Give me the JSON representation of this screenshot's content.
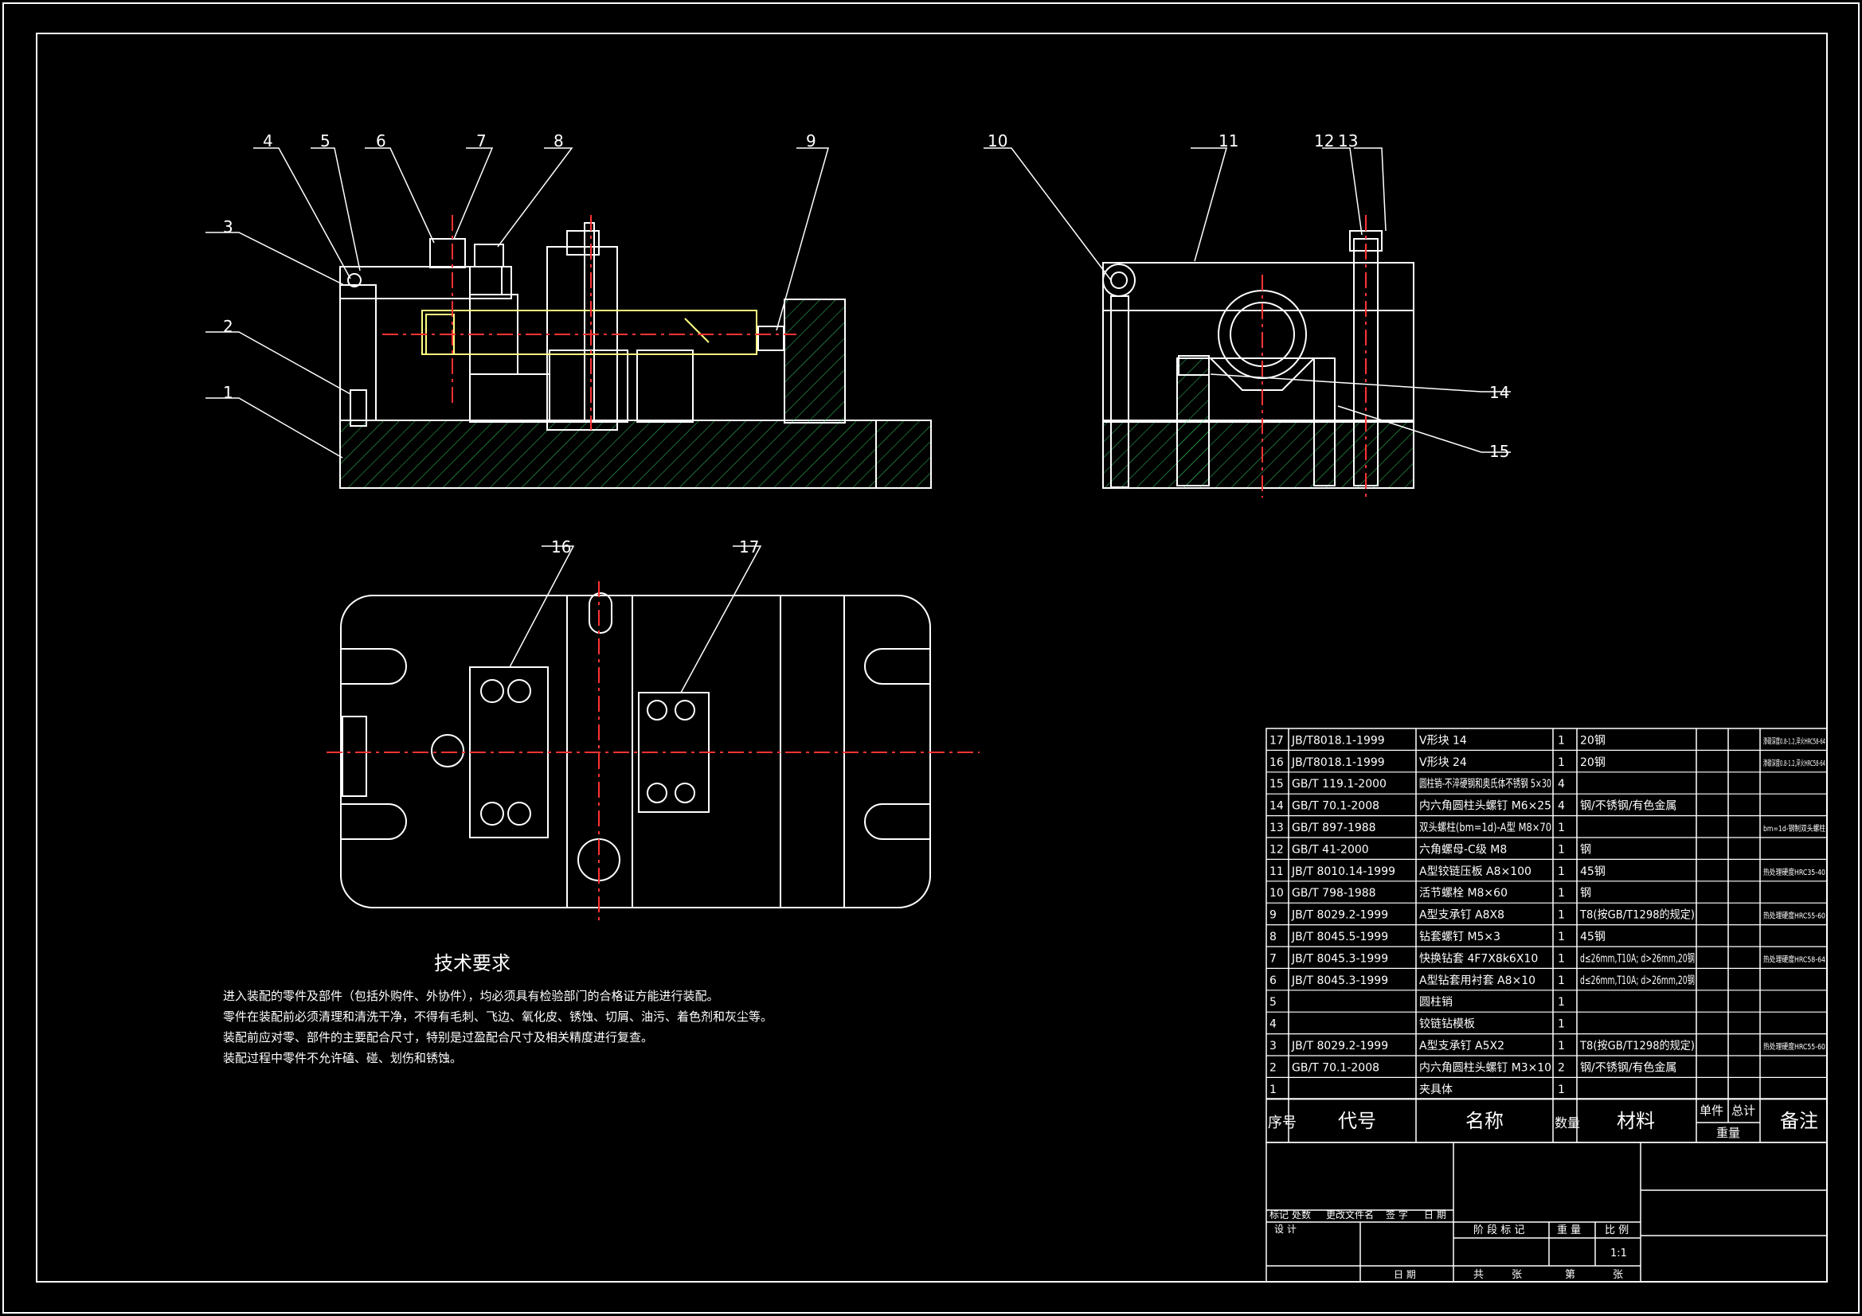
{
  "balloons": [
    "1",
    "2",
    "3",
    "4",
    "5",
    "6",
    "7",
    "8",
    "9",
    "10",
    "11",
    "12",
    "13",
    "14",
    "15",
    "16",
    "17"
  ],
  "tech_requirements": {
    "title": "技术要求",
    "lines": [
      "进入装配的零件及部件（包括外购件、外协件），均必须具有检验部门的合格证方能进行装配。",
      "零件在装配前必须清理和清洗干净，不得有毛刺、飞边、氧化皮、锈蚀、切屑、油污、着色剂和灰尘等。",
      "装配前应对零、部件的主要配合尺寸，特别是过盈配合尺寸及相关精度进行复查。",
      "装配过程中零件不允许磕、碰、划伤和锈蚀。"
    ]
  },
  "bom": {
    "rows": [
      {
        "no": "17",
        "code": "JB/T8018.1-1999",
        "name": "V形块 14",
        "qty": "1",
        "mat": "20钢",
        "note": "渗碳深度0.8-1.2,淬火HRC58-64"
      },
      {
        "no": "16",
        "code": "JB/T8018.1-1999",
        "name": "V形块 24",
        "qty": "1",
        "mat": "20钢",
        "note": "渗碳深度0.8-1.2,淬火HRC58-64"
      },
      {
        "no": "15",
        "code": "GB/T 119.1-2000",
        "name": "圆柱销-不淬硬钢和奥氏体不锈钢 5×30",
        "qty": "4",
        "mat": "",
        "note": ""
      },
      {
        "no": "14",
        "code": "GB/T 70.1-2008",
        "name": "内六角圆柱头螺钉 M6×25",
        "qty": "4",
        "mat": "钢/不锈钢/有色金属",
        "note": ""
      },
      {
        "no": "13",
        "code": "GB/T 897-1988",
        "name": "双头螺柱(bm=1d)-A型 M8×70",
        "qty": "1",
        "mat": "",
        "note": "bm=1d-钢制双头螺柱"
      },
      {
        "no": "12",
        "code": "GB/T 41-2000",
        "name": "六角螺母-C级 M8",
        "qty": "1",
        "mat": "钢",
        "note": ""
      },
      {
        "no": "11",
        "code": "JB/T 8010.14-1999",
        "name": "A型铰链压板 A8×100",
        "qty": "1",
        "mat": "45钢",
        "note": "热处理硬度HRC35-40"
      },
      {
        "no": "10",
        "code": "GB/T 798-1988",
        "name": "活节螺栓 M8×60",
        "qty": "1",
        "mat": "钢",
        "note": ""
      },
      {
        "no": "9",
        "code": "JB/T 8029.2-1999",
        "name": "A型支承钉 A8X8",
        "qty": "1",
        "mat": "T8(按GB/T1298的规定)",
        "note": "热处理硬度HRC55-60"
      },
      {
        "no": "8",
        "code": "JB/T 8045.5-1999",
        "name": "钻套螺钉 M5×3",
        "qty": "1",
        "mat": "45钢",
        "note": ""
      },
      {
        "no": "7",
        "code": "JB/T 8045.3-1999",
        "name": "快换钻套 4F7X8k6X10",
        "qty": "1",
        "mat": "d≤26mm,T10A; d>26mm,20钢",
        "note": "热处理硬度HRC58-64"
      },
      {
        "no": "6",
        "code": "JB/T 8045.3-1999",
        "name": "A型钻套用衬套 A8×10",
        "qty": "1",
        "mat": "d≤26mm,T10A; d>26mm,20钢",
        "note": ""
      },
      {
        "no": "5",
        "code": "",
        "name": "圆柱销",
        "qty": "1",
        "mat": "",
        "note": ""
      },
      {
        "no": "4",
        "code": "",
        "name": "铰链钻模板",
        "qty": "1",
        "mat": "",
        "note": ""
      },
      {
        "no": "3",
        "code": "JB/T 8029.2-1999",
        "name": "A型支承钉 A5X2",
        "qty": "1",
        "mat": "T8(按GB/T1298的规定)",
        "note": "热处理硬度HRC55-60"
      },
      {
        "no": "2",
        "code": "GB/T 70.1-2008",
        "name": "内六角圆柱头螺钉 M3×10",
        "qty": "2",
        "mat": "钢/不锈钢/有色金属",
        "note": ""
      },
      {
        "no": "1",
        "code": "",
        "name": "夹具体",
        "qty": "1",
        "mat": "",
        "note": ""
      }
    ],
    "header": {
      "no": "序号",
      "code": "代号",
      "name": "名称",
      "qty": "数量",
      "mat": "材料",
      "unit": "单件",
      "total": "总计",
      "weight": "重量",
      "note": "备注"
    }
  },
  "title_block": {
    "rev_labels": [
      "标记",
      "处数",
      "更改文件名",
      "签 字",
      "日 期"
    ],
    "design": "设 计",
    "date": "日 期",
    "stage": "阶 段 标 记",
    "weight": "重 量",
    "scale": "比 例",
    "scale_value": "1:1",
    "total_sheets": "共",
    "sheets": "张",
    "sheet_no": "第",
    "sheet_unit": "张"
  }
}
